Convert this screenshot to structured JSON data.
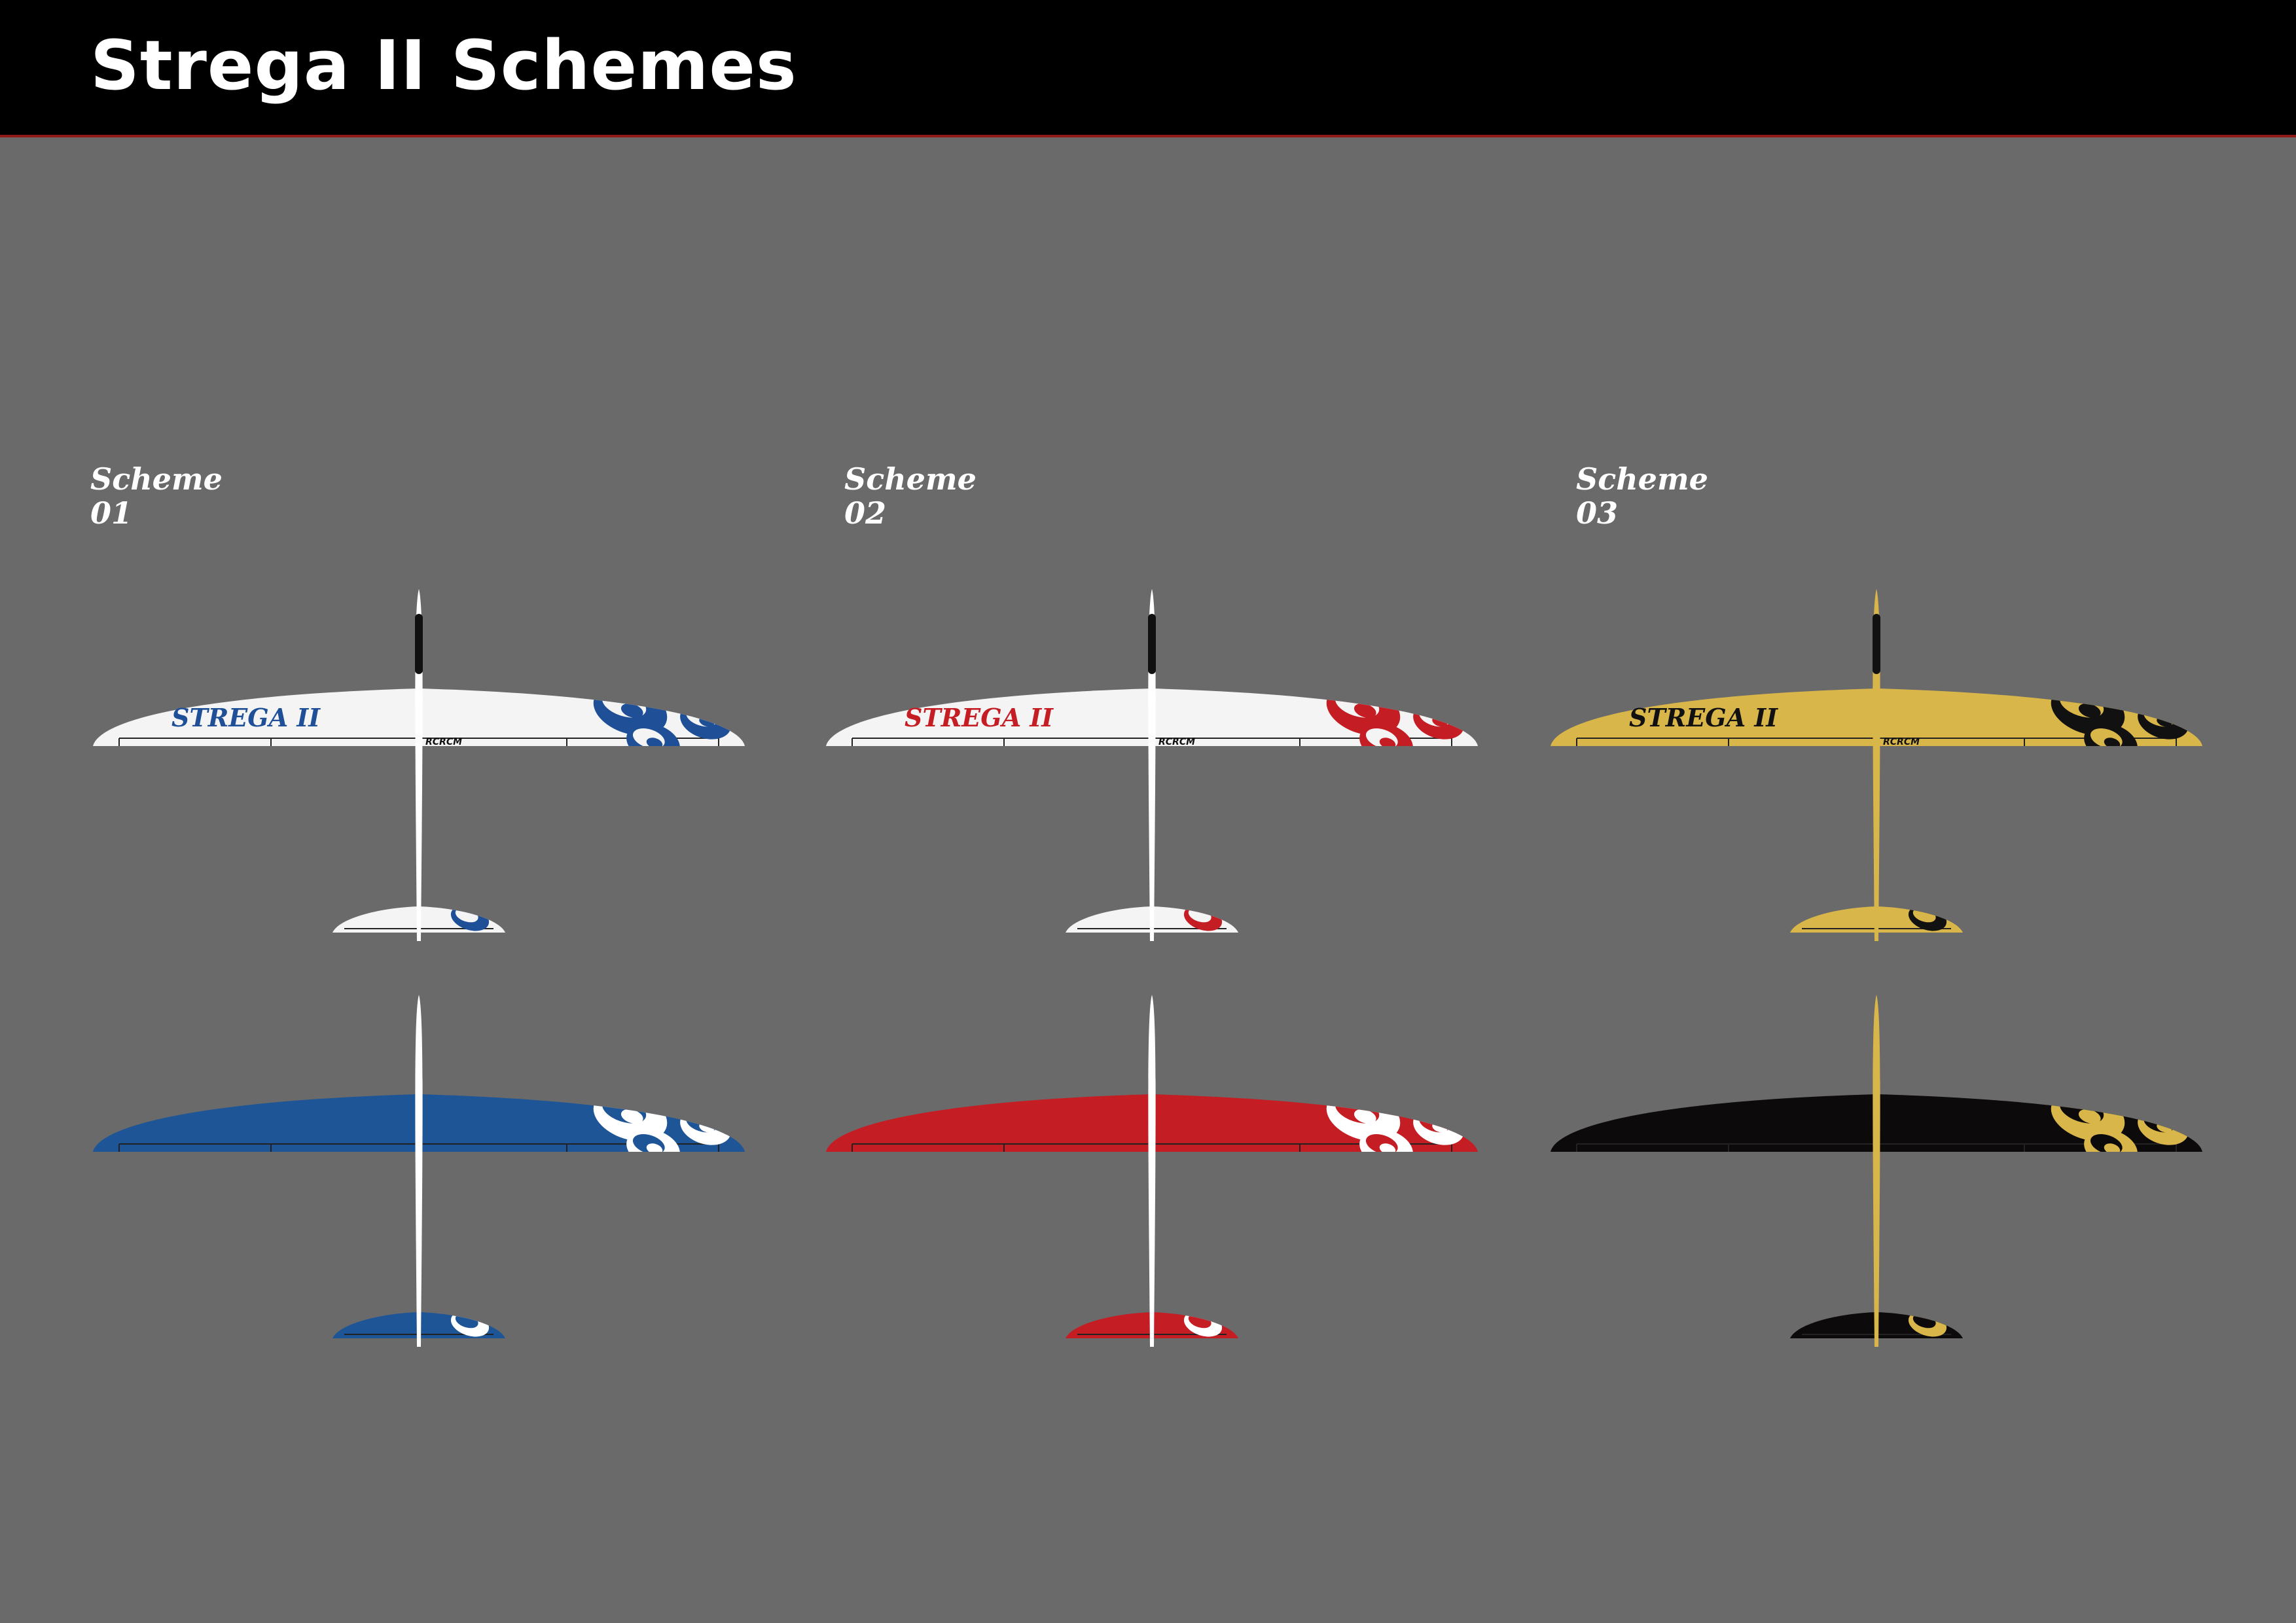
{
  "title": "Strega II Schemes",
  "schemes": [
    {
      "label": "Scheme",
      "number": "01",
      "wordmark": "STREGA",
      "wordmark_suffix": "II",
      "brand": "RCRCM",
      "top_color": "#f4f4f4",
      "top_accent": "#1e4f97",
      "top_fuselage": "#ffffff",
      "top_text": "#1e4f97",
      "bottom_color": "#1d5597",
      "bottom_accent": "#ffffff",
      "bottom_fuselage": "#ffffff"
    },
    {
      "label": "Scheme",
      "number": "02",
      "wordmark": "STREGA",
      "wordmark_suffix": "II",
      "brand": "RCRCM",
      "top_color": "#f4f4f4",
      "top_accent": "#c41e24",
      "top_fuselage": "#ffffff",
      "top_text": "#c41e24",
      "bottom_color": "#c41e24",
      "bottom_accent": "#ffffff",
      "bottom_fuselage": "#ffffff"
    },
    {
      "label": "Scheme",
      "number": "03",
      "wordmark": "STREGA",
      "wordmark_suffix": "II",
      "brand": "RCRCM",
      "top_color": "#d9b64a",
      "top_accent": "#111111",
      "top_fuselage": "#d9b64a",
      "top_text": "#111111",
      "bottom_color": "#0c0a0a",
      "bottom_accent": "#d9b64a",
      "bottom_fuselage": "#d9b64a"
    }
  ],
  "colors": {
    "background": "#6a6a6a",
    "header": "#000000",
    "header_rule": "#8e1a1a",
    "nose": "#111111",
    "panel_line": "#222222"
  }
}
